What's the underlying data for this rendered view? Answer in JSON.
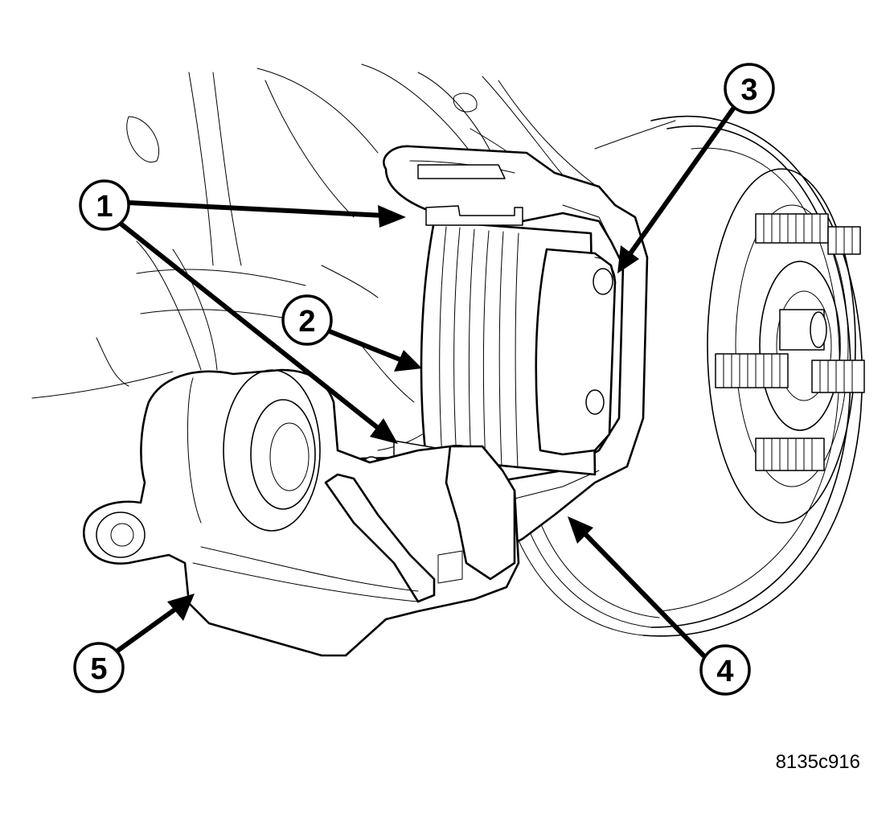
{
  "callouts": {
    "c1": "1",
    "c2": "2",
    "c3": "3",
    "c4": "4",
    "c5": "5"
  },
  "figure_id": "8135c916"
}
